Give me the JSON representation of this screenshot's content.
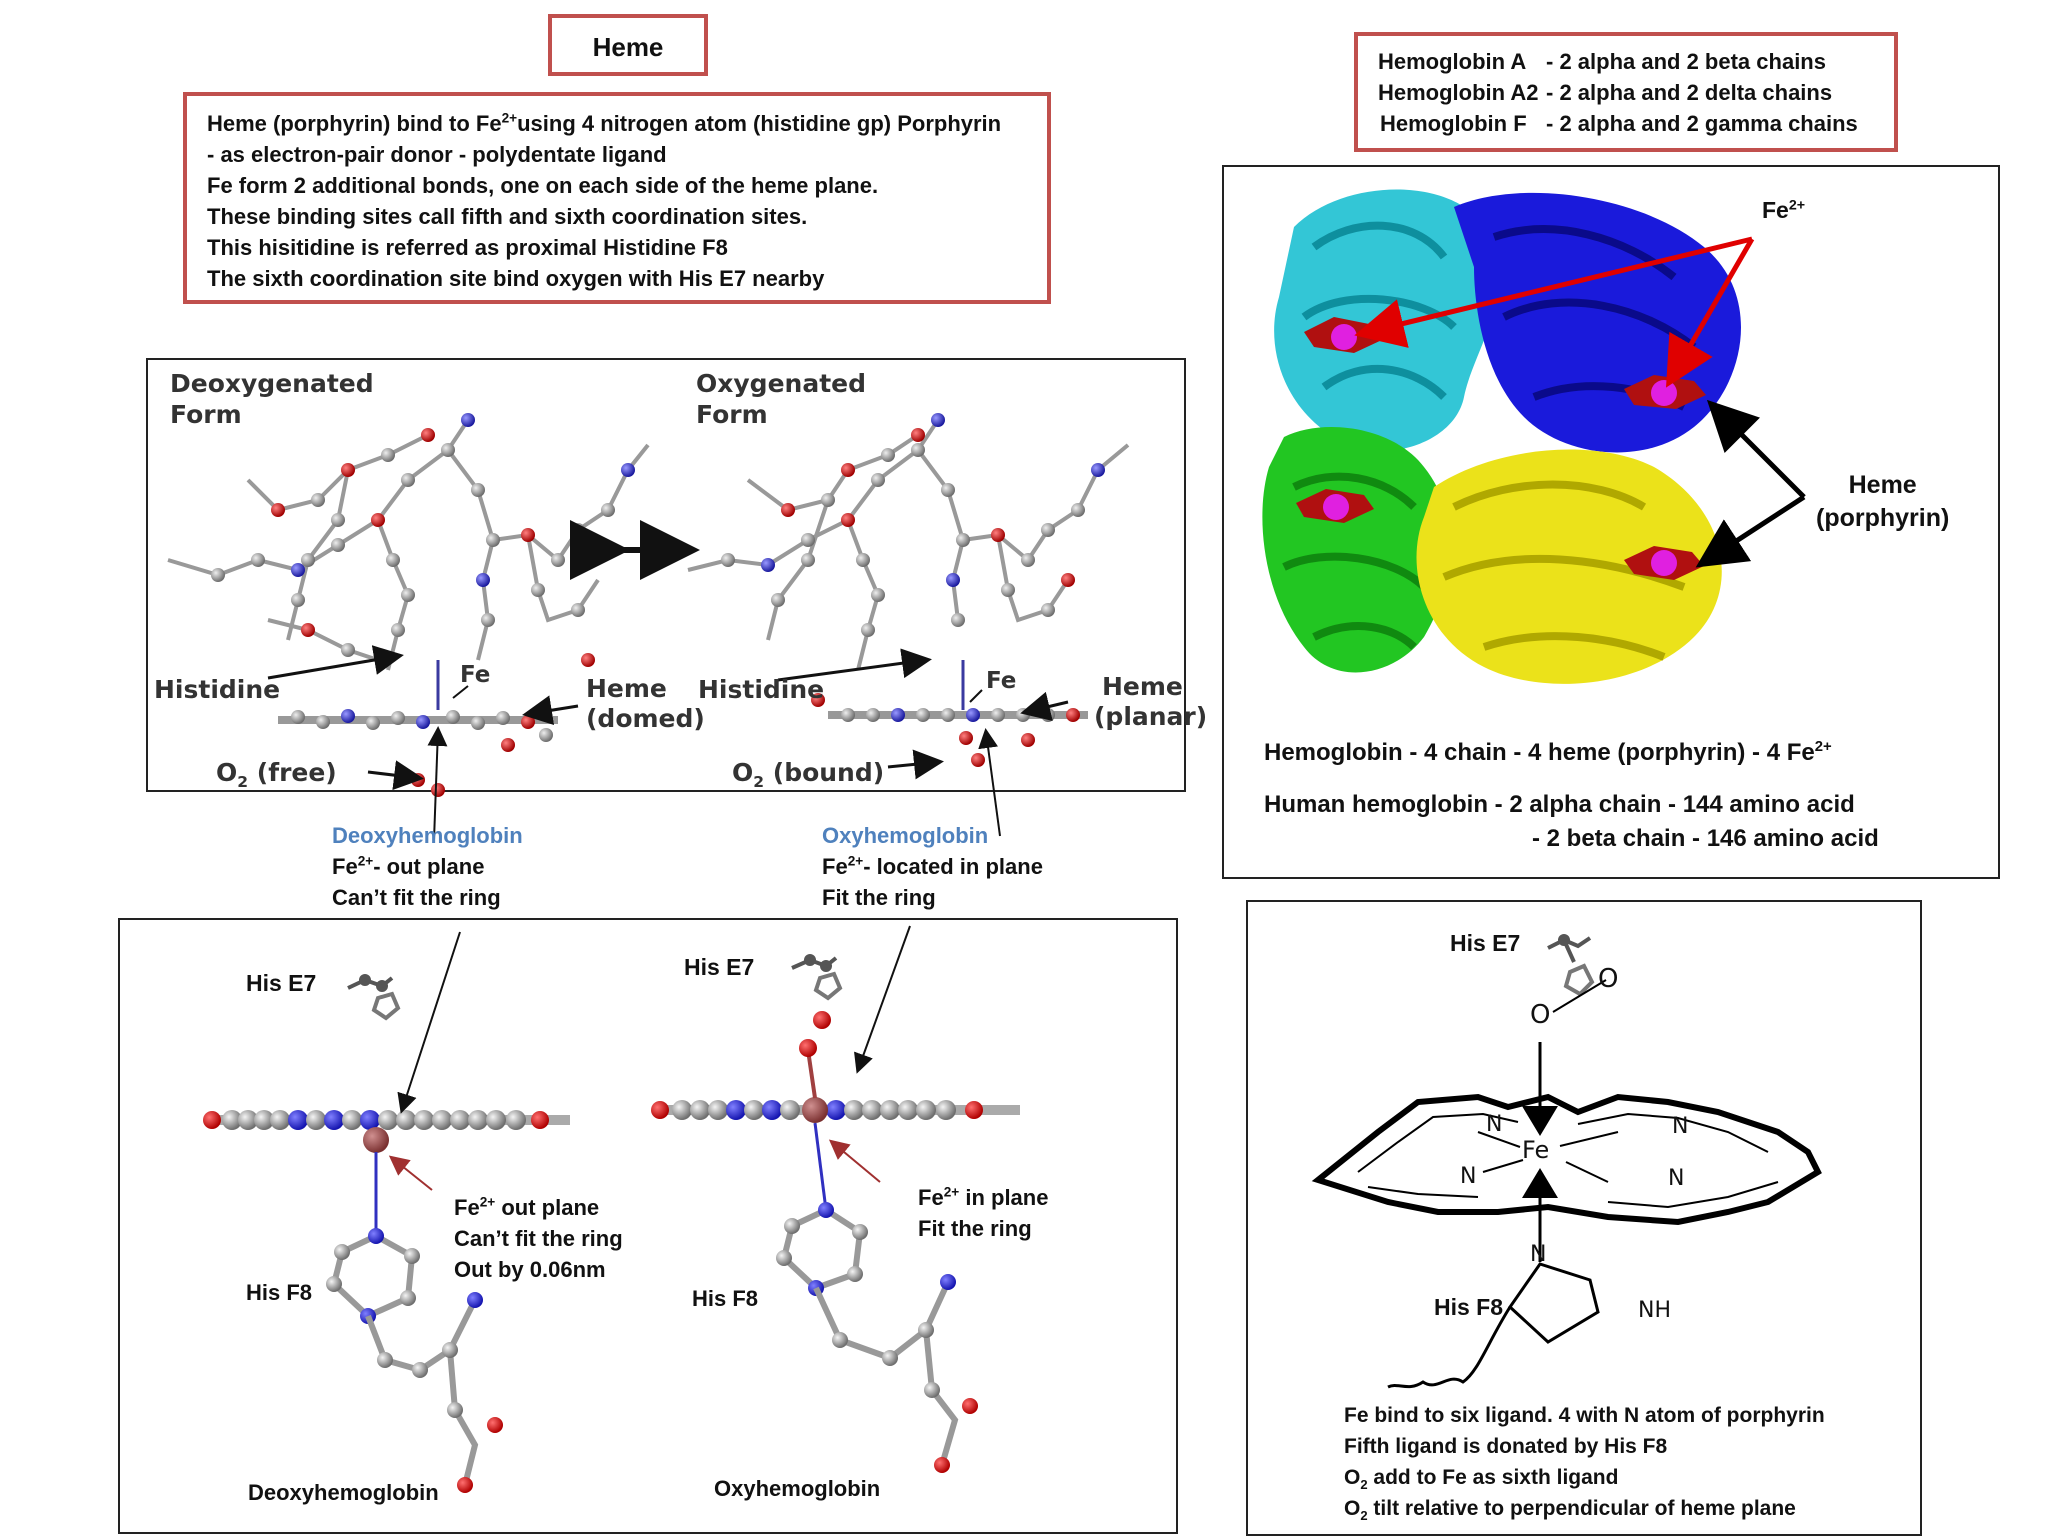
{
  "heme_title": "Heme",
  "heme_info": {
    "line1_a": "Heme (porphyrin) bind to Fe",
    "line1_sup": "2+",
    "line1_b": "using 4 nitrogen atom (histidine gp) Porphyrin",
    "line2": "- as electron-pair donor - polydentate ligand",
    "line3": "Fe form 2 additional bonds, one on each side of the heme plane.",
    "line4": "These binding sites call fifth and sixth coordination sites.",
    "line5": "This hisitidine is referred as proximal Histidine F8",
    "line6": "The sixth coordination site bind oxygen with His E7 nearby"
  },
  "hemoglobin_types": [
    {
      "name": "Hemoglobin A",
      "desc": "- 2 alpha and 2 beta chains"
    },
    {
      "name": "Hemoglobin A2",
      "desc": "- 2 alpha and 2 delta chains"
    },
    {
      "name": "Hemoglobin F",
      "desc": "- 2 alpha and 2 gamma chains"
    }
  ],
  "forms_panel": {
    "deoxy_title_1": "Deoxygenated",
    "deoxy_title_2": "Form",
    "oxy_title_1": "Oxygenated",
    "oxy_title_2": "Form",
    "histidine": "Histidine",
    "fe": "Fe",
    "heme": "Heme",
    "domed": "(domed)",
    "planar": "(planar)",
    "o2_prefix": "O",
    "o2_sub": "2",
    "free": " (free)",
    "bound": " (bound)"
  },
  "deoxy_caption": {
    "title": "Deoxyhemoglobin",
    "fe": "Fe",
    "sup": "2+",
    "line2_rest": "- out plane",
    "line3": "Can’t fit the ring"
  },
  "oxy_caption": {
    "title": "Oxyhemoglobin",
    "fe": "Fe",
    "sup": "2+",
    "line2_rest": "- located in plane",
    "line3": "Fit the ring"
  },
  "ribbon_panel": {
    "fe_label": "Fe",
    "fe_sup": "2+",
    "heme_label_1": "Heme",
    "heme_label_2": "(porphyrin)",
    "summary_a": "Hemoglobin - 4 chain - 4 heme (porphyrin) - 4 Fe",
    "summary_sup": "2+",
    "human_1": "Human hemoglobin - 2 alpha chain - 144 amino acid",
    "human_2": "- 2 beta chain - 146 amino acid",
    "colors": {
      "alpha1": "#33c6d6",
      "beta1": "#1a1adb",
      "alpha2": "#22c622",
      "beta2": "#ebe21a",
      "heme": "#b01010",
      "iron": "#e020e0"
    }
  },
  "bottom_panel": {
    "his_e7": "His E7",
    "his_f8": "His F8",
    "deoxy_note_fe": "Fe",
    "deoxy_note_sup": "2+",
    "deoxy_note_1": " out plane",
    "deoxy_note_2": "Can’t fit the ring",
    "deoxy_note_3": "Out by 0.06nm",
    "oxy_note_fe": "Fe",
    "oxy_note_sup": "2+",
    "oxy_note_1": " in plane",
    "oxy_note_2": "Fit the ring",
    "deoxy_label": "Deoxyhemoglobin",
    "oxy_label": "Oxyhemoglobin"
  },
  "ligand_panel": {
    "his_e7": "His E7",
    "his_f8": "His F8",
    "n": "N",
    "fe": "Fe",
    "nh": "NH",
    "o": "O",
    "line1": "Fe bind to six ligand. 4 with N atom of porphyrin",
    "line2": "Fifth ligand is donated by His F8",
    "line3_o": "O",
    "line3_sub": "2",
    "line3_rest": " add to Fe as sixth ligand",
    "line4_o": "O",
    "line4_sub": "2",
    "line4_rest": " tilt relative to perpendicular of heme plane"
  }
}
